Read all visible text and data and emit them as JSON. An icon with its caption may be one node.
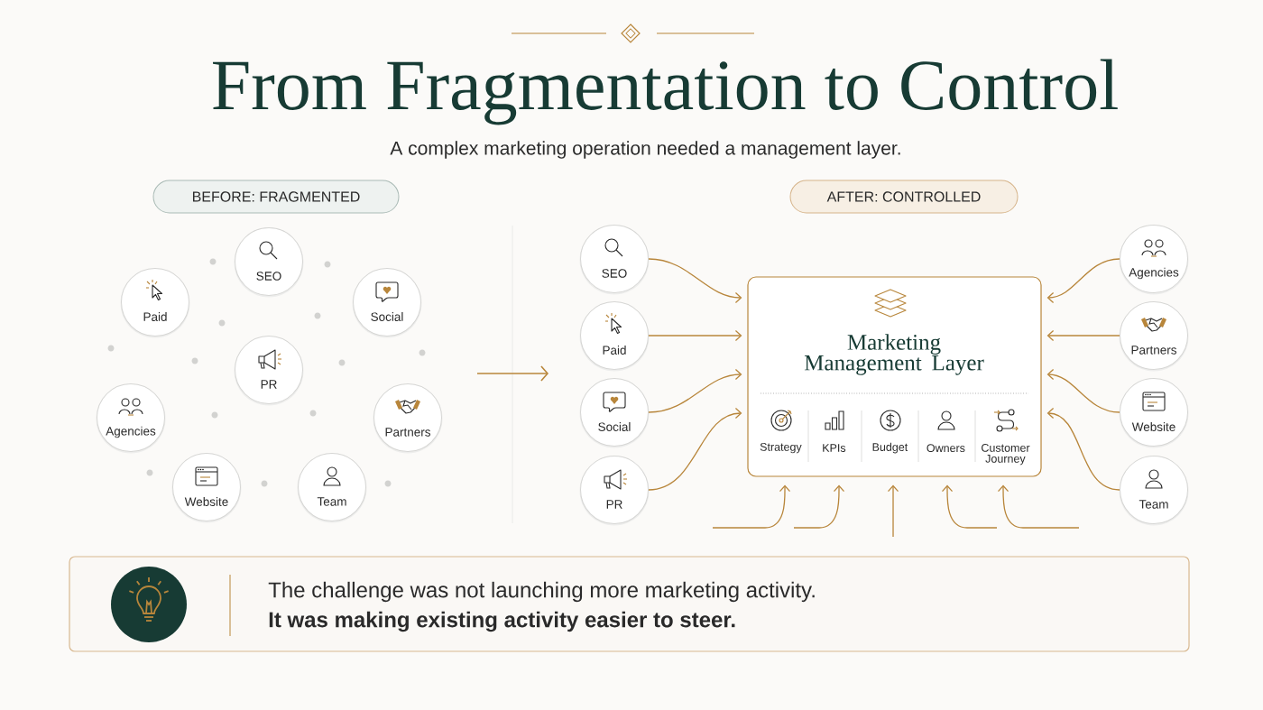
{
  "diagram": {
    "title": "From Fragmentation to Control",
    "nodes": [
      {
        "text": [
          "BEFORE: FRAGMENTED"
        ]
      },
      {
        "text": [
          "SEO"
        ]
      },
      {
        "text": [
          "Paid"
        ]
      },
      {
        "text": [
          "Social"
        ]
      },
      {
        "text": [
          "PR"
        ]
      },
      {
        "text": [
          "Agencies"
        ]
      },
      {
        "text": [
          "Partners"
        ]
      },
      {
        "text": [
          "Website"
        ]
      },
      {
        "text": [
          "Team"
        ]
      },
      {
        "text": [
          "AFTER: CONTROLLED"
        ]
      },
      {
        "text": [
          "SEO"
        ]
      },
      {
        "text": [
          "Paid"
        ]
      },
      {
        "text": [
          "Social"
        ]
      },
      {
        "text": [
          "PR"
        ]
      },
      {
        "text": [
          "Marketing Management Layer"
        ]
      },
      {
        "text": [
          "Strategy"
        ],
        "in": 14
      },
      {
        "text": [
          "KPIs"
        ],
        "in": 14
      },
      {
        "text": [
          "Budget"
        ],
        "in": 14
      },
      {
        "text": [
          "Owners"
        ],
        "in": 14
      },
      {
        "text": [
          "Customer Journey"
        ],
        "in": 14
      },
      {
        "text": [
          "Agencies"
        ]
      },
      {
        "text": [
          "Partners"
        ]
      },
      {
        "text": [
          "Website"
        ]
      },
      {
        "text": [
          "Team"
        ]
      },
      {
        "text": [
          "The challenge was not launching more marketing activity.",
          "It was making existing activity easier to steer."
        ]
      }
    ],
    "edges": [
      {
        "from": 10,
        "to": 14,
        "arrow": "to"
      },
      {
        "from": 11,
        "to": 14,
        "arrow": "to"
      },
      {
        "from": 12,
        "to": 14,
        "arrow": "to"
      },
      {
        "from": 13,
        "to": 14,
        "arrow": "to"
      },
      {
        "from": 20,
        "to": 14,
        "arrow": "to"
      },
      {
        "from": 21,
        "to": 14,
        "arrow": "to"
      },
      {
        "from": 22,
        "to": 14,
        "arrow": "to"
      },
      {
        "from": 23,
        "to": 14,
        "arrow": "to"
      },
      {
        "from": null,
        "to": 14,
        "arrow": "to"
      },
      {
        "from": null,
        "to": 14,
        "arrow": "to"
      },
      {
        "from": null,
        "to": 14,
        "arrow": "to"
      },
      {
        "from": null,
        "to": 14,
        "arrow": "to"
      },
      {
        "from": null,
        "to": 14,
        "arrow": "to"
      }
    ],
    "labels": [
      "A complex marketing operation needed a management layer."
    ]
  }
}
